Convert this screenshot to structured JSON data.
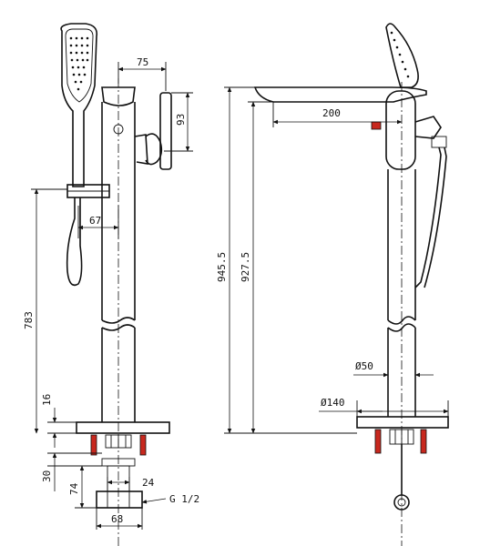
{
  "diagram": {
    "labels": {
      "d75": "75",
      "d93": "93",
      "d67": "67",
      "d783": "783",
      "d16": "16",
      "d30": "30",
      "d74": "74",
      "d24": "24",
      "d68": "68",
      "thread": "G 1/2",
      "d200": "200",
      "d945": "945.5",
      "d927": "927.5",
      "d50": "Ø50",
      "d140": "Ø140"
    }
  }
}
